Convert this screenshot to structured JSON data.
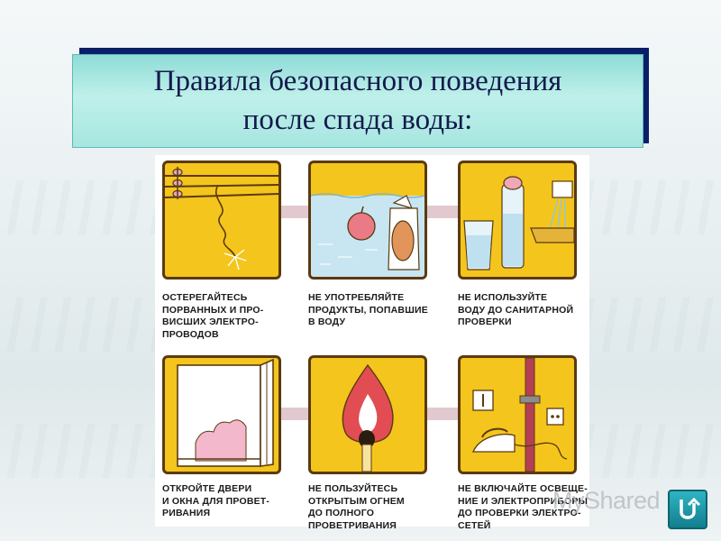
{
  "slide": {
    "title_line1": "Правила безопасного поведения",
    "title_line2": "после спада воды:"
  },
  "rules": [
    {
      "lines": [
        "Остерегайтесь",
        "порванных и про-",
        "висших электро-",
        "проводов"
      ],
      "icon": "broken-wire-icon"
    },
    {
      "lines": [
        "Не употребляйте",
        "продукты, попавшие",
        "в воду"
      ],
      "icon": "spoiled-food-icon"
    },
    {
      "lines": [
        "Не используйте",
        "воду до санитарной",
        "проверки"
      ],
      "icon": "water-glass-icon"
    },
    {
      "lines": [
        "Откройте двери",
        "и окна для провет-",
        "ривания"
      ],
      "icon": "open-window-icon"
    },
    {
      "lines": [
        "Не пользуйтесь",
        "открытым огнем",
        "до полного",
        "проветривания"
      ],
      "icon": "match-flame-icon"
    },
    {
      "lines": [
        "Не включайте освеще-",
        "ние и электроприборы",
        "до проверки электро-",
        "сетей"
      ],
      "icon": "iron-socket-icon"
    }
  ],
  "watermark": "MyShared",
  "colors": {
    "panel": "#f4c51c",
    "title_bg": "#aee8e2",
    "title_shadow": "#0a1f6a",
    "connector": "#e1c9cf"
  }
}
